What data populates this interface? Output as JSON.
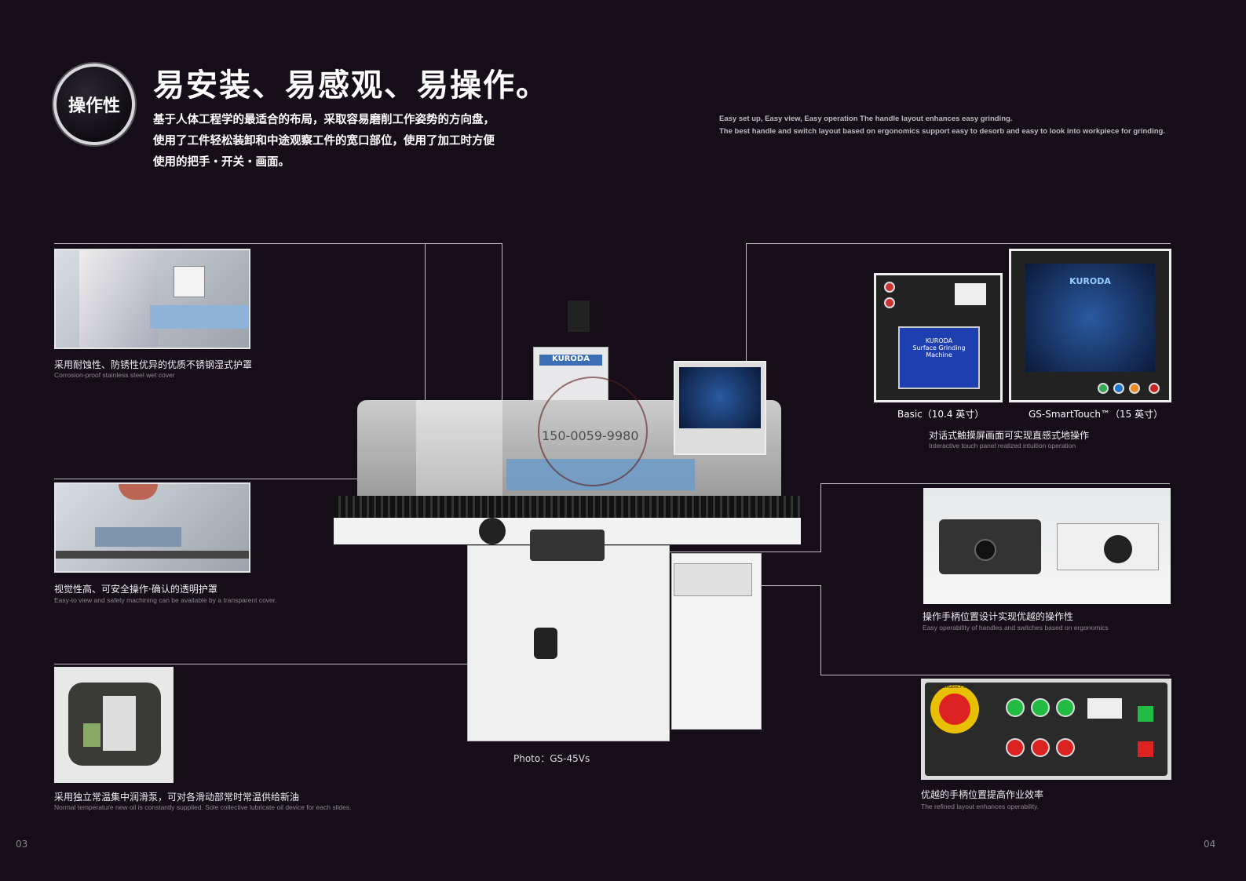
{
  "header": {
    "badge": "操作性",
    "title": "易安装、易感观、易操作。",
    "body_zh": [
      "基于人体工程学的最适合的布局，采取容易磨削工作姿势的方向盘，",
      "使用了工件轻松装卸和中途观察工件的宽口部位，使用了加工时方便",
      "使用的把手・开关・画面。"
    ],
    "body_en": [
      "Easy set up, Easy view, Easy operation The handle layout enhances easy grinding.",
      "The best handle and switch layout based on ergonomics support easy to desorb and easy to look into workpiece for grinding."
    ]
  },
  "features": [
    {
      "zh": "采用耐蚀性、防锈性优异的优质不锈钢湿式护罩",
      "en": "Corrosion-proof stainless steel wet cover"
    },
    {
      "zh": "视觉性高、可安全操作·确认的透明护罩",
      "en": "Easy-to view and safety machining can be available by a transparent cover."
    },
    {
      "zh": "采用独立常温集中润滑泵，可对各滑动部常时常温供给新油",
      "en": "Normal temperature new oil is constantly supplied. Sole collective lubricate oil device for each slides."
    },
    {
      "zh": "对话式触摸屏画面可实现直感式地操作",
      "en": "Interactive touch panel realized intuition operation"
    },
    {
      "zh": "操作手柄位置设计实现优越的操作性",
      "en": "Easy operability of handles and switches based on ergonomics"
    },
    {
      "zh": "优越的手柄位置提高作业效率",
      "en": "The refined layout enhances operability."
    }
  ],
  "panels": {
    "basic": "Basic（10.4 英寸）",
    "smart": "GS-SmartTouch™（15 英寸）",
    "basic_screen": [
      "KURODA",
      "Surface Grinding Machine"
    ],
    "smart_screen": "KURODA",
    "estop": "EMERGENCY STOP"
  },
  "machine": {
    "brand": "KURODA",
    "photo_label": "Photo：GS-45Vs",
    "watermark": "150-0059-9980"
  },
  "pages": {
    "left": "03",
    "right": "04"
  }
}
